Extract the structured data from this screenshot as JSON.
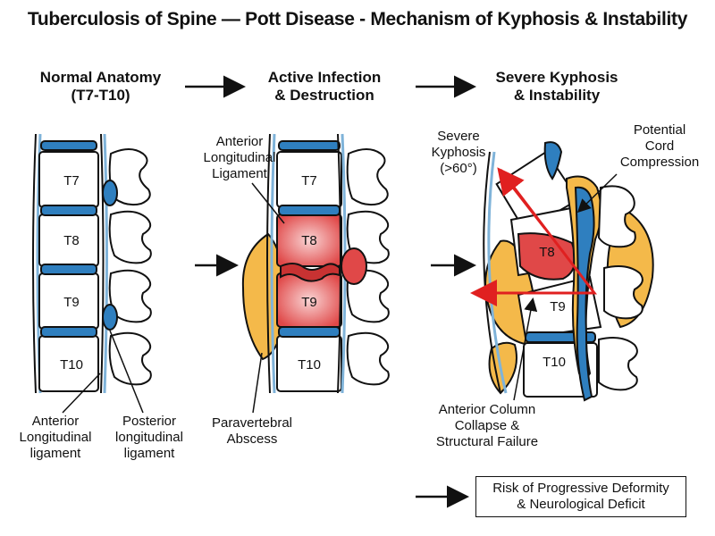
{
  "title": "Tuberculosis of Spine — Pott Disease - Mechanism of Kyphosis & Instability",
  "columns": [
    {
      "line1": "Normal Anatomy",
      "line2": "(T7-T10)"
    },
    {
      "line1": "Active Infection",
      "line2": "& Destruction"
    },
    {
      "line1": "Severe Kyphosis",
      "line2": "& Instability"
    }
  ],
  "vertebrae": {
    "normal": [
      "T7",
      "T8",
      "T9",
      "T10"
    ],
    "infection": [
      "T7",
      "T8",
      "T9",
      "T10"
    ],
    "kyphosis": [
      "T8",
      "T9",
      "T10"
    ]
  },
  "labels": {
    "normal_anterior": [
      "Anterior",
      "Longitudinal",
      "ligament"
    ],
    "normal_posterior": [
      "Posterior",
      "longitudinal",
      "ligament"
    ],
    "infection_anterior": [
      "Anterior",
      "Longitudinal",
      "Ligament"
    ],
    "abscess": [
      "Paravertebral",
      "Abscess"
    ],
    "kyphosis_angle": [
      "Severe",
      "Kyphosis",
      "(>60°)"
    ],
    "cord": [
      "Potential",
      "Cord",
      "Compression"
    ],
    "collapse": [
      "Anterior Column",
      "Collapse &",
      "Structural Failure"
    ]
  },
  "risk": [
    "Risk of Progressive Deformity",
    "& Neurological Deficit"
  ],
  "colors": {
    "disc": "#2f7fbf",
    "abscess": "#f4b94a",
    "infection": "#e04848",
    "angle": "#e02020",
    "bone": "#ffffff"
  }
}
